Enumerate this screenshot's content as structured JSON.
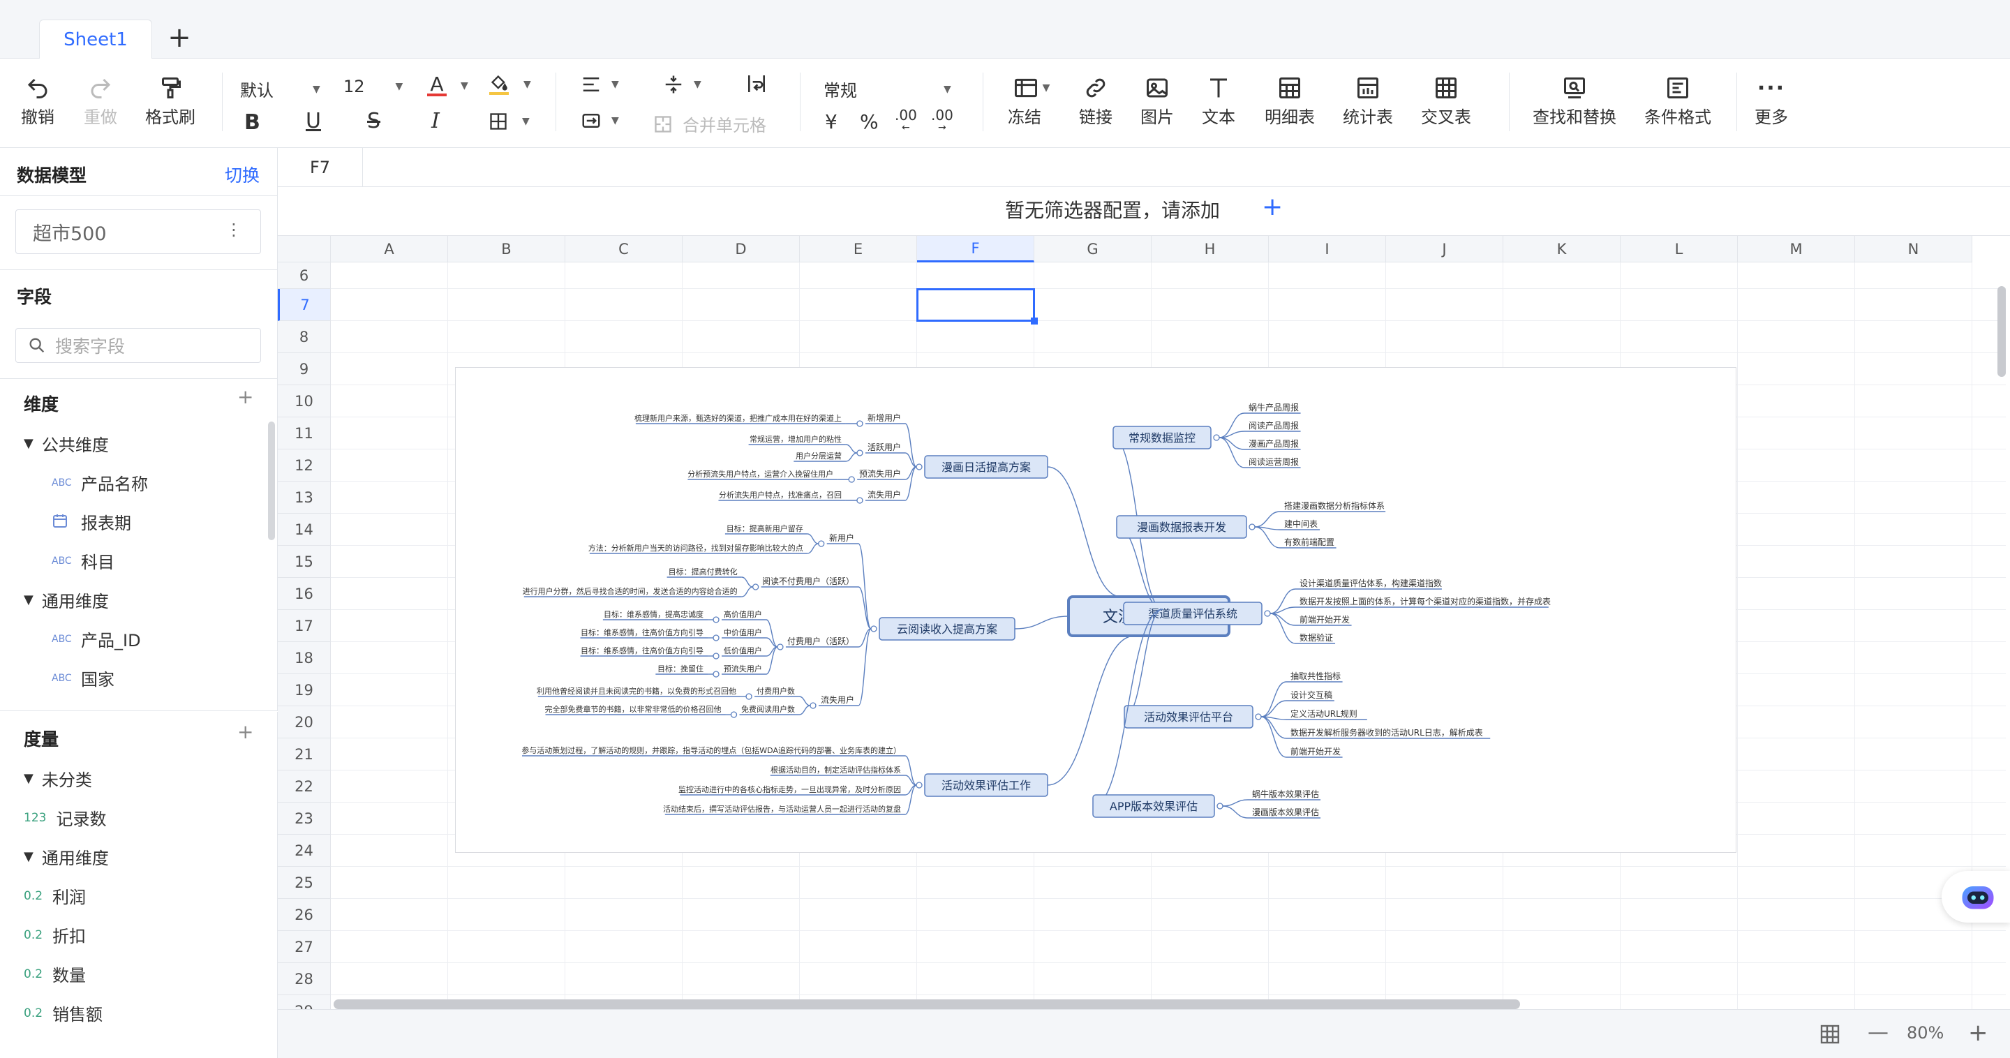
{
  "tabs": {
    "sheet_name": "Sheet1",
    "add_icon": "+"
  },
  "toolbar": {
    "undo": "撤销",
    "redo": "重做",
    "format_painter": "格式刷",
    "font_family": "默认",
    "font_size": "12",
    "merge_cells": "合并单元格",
    "number_format": "常规",
    "currency": "¥",
    "percent": "%",
    "dec_inc": ".00",
    "dec_dec": ".00",
    "freeze": "冻结",
    "link": "链接",
    "image": "图片",
    "text": "文本",
    "detail_table": "明细表",
    "stat_table": "统计表",
    "cross_table": "交叉表",
    "find_replace": "查找和替换",
    "conditional_format": "条件格式",
    "more": "更多",
    "colors": {
      "font_color_bar": "#e53935",
      "fill_color_bar": "#f5c542"
    }
  },
  "left_panel": {
    "title": "数据模型",
    "switch": "切换",
    "model_name": "超市500",
    "fields_title": "字段",
    "search_placeholder": "搜索字段",
    "dimensions_title": "维度",
    "dim_groups": [
      {
        "name": "公共维度",
        "fields": [
          {
            "type": "ABC",
            "name": "产品名称"
          },
          {
            "type": "date",
            "name": "报表期"
          },
          {
            "type": "ABC",
            "name": "科目"
          }
        ]
      },
      {
        "name": "通用维度",
        "fields": [
          {
            "type": "ABC",
            "name": "产品_ID"
          },
          {
            "type": "ABC",
            "name": "国家"
          }
        ]
      }
    ],
    "measures_title": "度量",
    "measure_groups": [
      {
        "name": "未分类",
        "fields": [
          {
            "type": "123",
            "name": "记录数"
          }
        ]
      },
      {
        "name": "通用维度",
        "fields": [
          {
            "type": "0.2",
            "name": "利润"
          },
          {
            "type": "0.2",
            "name": "折扣"
          },
          {
            "type": "0.2",
            "name": "数量"
          },
          {
            "type": "0.2",
            "name": "销售额"
          }
        ]
      }
    ]
  },
  "cell_ref": "F7",
  "filter": {
    "text": "暂无筛选器配置，请添加",
    "add": "+"
  },
  "grid": {
    "columns": [
      "A",
      "B",
      "C",
      "D",
      "E",
      "F",
      "G",
      "H",
      "I",
      "J",
      "K",
      "L",
      "M",
      "N"
    ],
    "rows": [
      "6",
      "7",
      "8",
      "9",
      "10",
      "11",
      "12",
      "13",
      "14",
      "15",
      "16",
      "17",
      "18",
      "19",
      "20",
      "21",
      "22",
      "23",
      "24",
      "25",
      "26",
      "27",
      "28",
      "29"
    ],
    "selected_col": "F",
    "selected_row": "7"
  },
  "mindmap": {
    "root": "文漫数据规划",
    "left": [
      {
        "label": "漫画日活提高方案",
        "children": [
          {
            "label": "新增用户",
            "items": [
              "梳理新用户来源，甄选好的渠道，把推广成本用在好的渠道上"
            ]
          },
          {
            "label": "活跃用户",
            "items": [
              "常规运营，增加用户的粘性",
              "用户分层运营"
            ]
          },
          {
            "label": "预流失用户",
            "items": [
              "分析预流失用户特点，运营介入挽留住用户"
            ]
          },
          {
            "label": "流失用户",
            "items": [
              "分析流失用户特点，找准痛点，召回"
            ]
          }
        ]
      },
      {
        "label": "云阅读收入提高方案",
        "children": [
          {
            "label": "新用户",
            "items": [
              "目标：提高新用户留存",
              "方法：分析新用户当天的访问路径，找到对留存影响比较大的点"
            ]
          },
          {
            "label": "阅读不付费用户（活跃）",
            "items": [
              "目标：提高付费转化",
              "进行用户分群，然后寻找合适的时间，发送合适的内容给合适的"
            ]
          },
          {
            "label": "付费用户（活跃）",
            "subs": [
              {
                "label": "高价值用户",
                "text": "目标：维系感情，提高忠诚度"
              },
              {
                "label": "中价值用户",
                "text": "目标：维系感情，往高价值方向引导"
              },
              {
                "label": "低价值用户",
                "text": "目标：维系感情，往高价值方向引导"
              },
              {
                "label": "预流失用户",
                "text": "目标：挽留住"
              }
            ]
          },
          {
            "label": "流失用户",
            "subs": [
              {
                "label": "付费用户数",
                "text": "利用他曾经阅读并且未阅读完的书籍，以免费的形式召回他"
              },
              {
                "label": "免费阅读用户数",
                "text": "完全部免费章节的书籍，以非常非常低的价格召回他"
              }
            ]
          }
        ]
      },
      {
        "label": "活动效果评估工作",
        "children": [
          {
            "label": "",
            "items": [
              "参与活动策划过程，了解活动的规则，并跟踪，指导活动的埋点（包括WDA追踪代码的部署、业务库表的建立）",
              "根据活动目的，制定活动评估指标体系",
              "监控活动进行中的各核心指标走势，一旦出现异常，及时分析原因",
              "活动结束后，撰写活动评估报告，与活动运营人员一起进行活动的复盘"
            ]
          }
        ]
      }
    ],
    "right": [
      {
        "label": "常规数据监控",
        "items": [
          "蜗牛产品周报",
          "阅读产品周报",
          "漫画产品周报",
          "阅读运营周报"
        ]
      },
      {
        "label": "漫画数据报表开发",
        "items": [
          "搭建漫画数据分析指标体系",
          "建中间表",
          "有数前端配置"
        ]
      },
      {
        "label": "渠道质量评估系统",
        "items": [
          "设计渠道质量评估体系，构建渠道指数",
          "数据开发按照上面的体系，计算每个渠道对应的渠道指数，并存成表",
          "前端开始开发",
          "数据验证"
        ]
      },
      {
        "label": "活动效果评估平台",
        "items": [
          "抽取共性指标",
          "设计交互稿",
          "定义活动URL规则",
          "数据开发解析服务器收到的活动URL日志，解析成表",
          "前端开始开发"
        ]
      },
      {
        "label": "APP版本效果评估",
        "items": [
          "蜗牛版本效果评估",
          "漫画版本效果评估"
        ]
      }
    ]
  },
  "status": {
    "zoom": "80%",
    "minus": "—",
    "plus": "+"
  }
}
